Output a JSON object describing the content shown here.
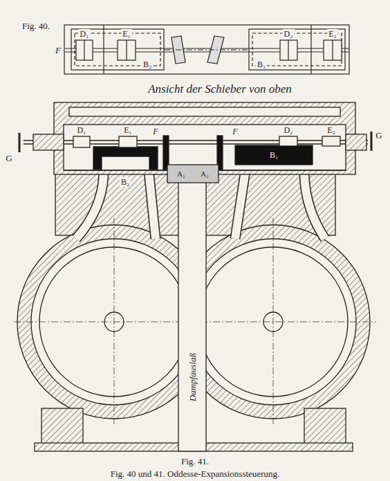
{
  "diagram": {
    "caption": "Fig. 40 und 41. Oddesse-Expansionssteuerung.",
    "labels": [
      "Fig. 40.",
      "F",
      "D₁",
      "E₁",
      "B₂",
      "B₁",
      "D₂",
      "E₂",
      "Ansicht der Schieber von oben",
      "D₁",
      "E₁",
      "F",
      "F",
      "D₂",
      "E₂",
      "G",
      "G",
      "B₂",
      "B₁",
      "A₁",
      "A₂",
      "Dampfauslaß",
      "Fig. 41."
    ]
  }
}
